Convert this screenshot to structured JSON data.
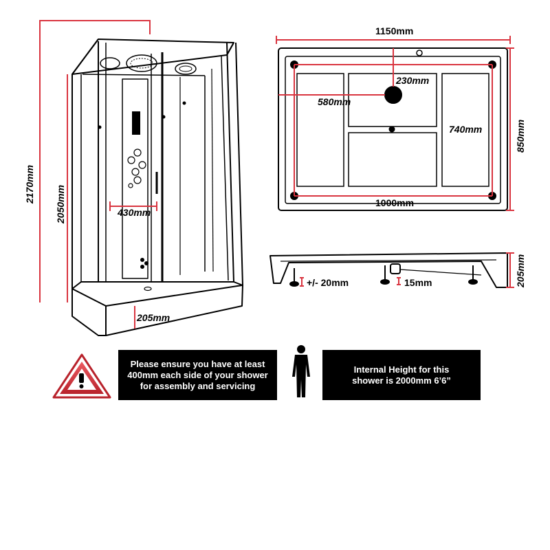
{
  "dimensions": {
    "total_height": "2170mm",
    "cabin_height": "2050mm",
    "panel_width": "430mm",
    "tray_height_front": "205mm",
    "top_width": "1150mm",
    "drain_offset_y": "230mm",
    "drain_offset_x": "580mm",
    "inner_depth": "740mm",
    "overall_depth": "850mm",
    "inner_width": "1000mm",
    "leg_adjust": "+/- 20mm",
    "waste_clearance": "15mm",
    "tray_height_side": "205mm"
  },
  "notices": {
    "assembly": "Please ensure you have at least 400mm each side of your shower for assembly and servicing",
    "internal_height": "Internal Height for this shower is 2000mm 6’6”"
  },
  "colors": {
    "dimension_line": "#d9343f",
    "warning_red": "#d3313a",
    "outline": "#000000"
  },
  "icons": {
    "warning": "warning-triangle-icon",
    "person": "person-icon"
  }
}
